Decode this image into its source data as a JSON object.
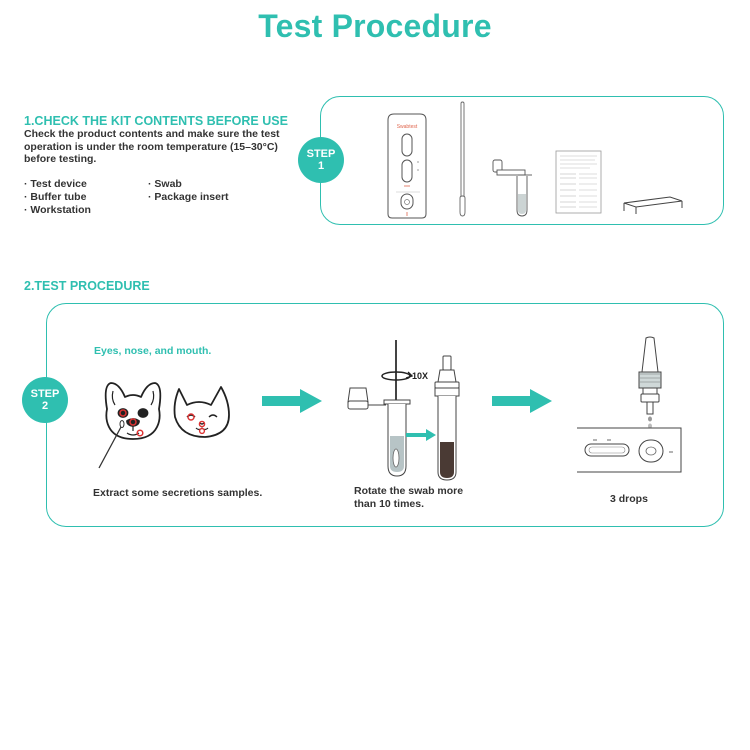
{
  "page_title": "Test Procedure",
  "section1": {
    "heading": "1.CHECK THE KIT CONTENTS BEFORE USE",
    "description": "Check the product contents and make sure the test operation is under the room temperature (15–30°C) before testing.",
    "items_left": [
      "· Test device",
      "· Buffer tube",
      "· Workstation"
    ],
    "items_right": [
      "· Swab",
      "· Package insert"
    ],
    "step_word": "STEP",
    "step_number": "1",
    "device_brand": "Swabtest"
  },
  "section2": {
    "heading": "2.TEST PROCEDURE",
    "step_word": "STEP",
    "step_number": "2",
    "sample_sites": "Eyes, nose, and mouth.",
    "caption_extract": "Extract some secretions samples.",
    "caption_rotate_line1": "Rotate the swab more",
    "caption_rotate_line2": "than 10 times.",
    "rotate_count": "10X",
    "caption_drops": "3 drops"
  },
  "colors": {
    "accent": "#2fbfb0",
    "text": "#333333"
  }
}
